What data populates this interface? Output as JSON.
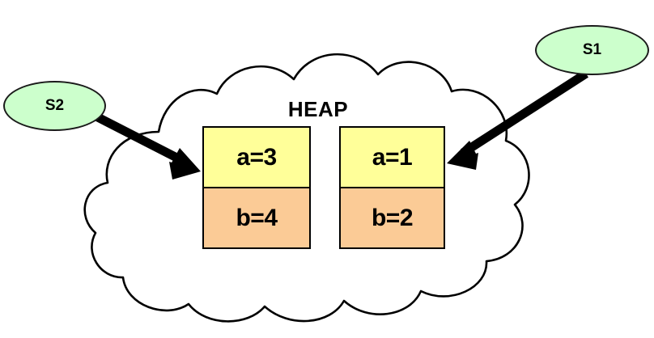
{
  "diagram": {
    "title": "HEAP",
    "type": "memory-heap-object-diagram",
    "cloud": {
      "name": "heap-cloud",
      "fill": "#ffffff",
      "stroke": "#000000"
    },
    "objects": [
      {
        "id": "object-left",
        "fields": [
          {
            "name": "field-a",
            "label": "a=3",
            "key": "a",
            "value": "3",
            "color": "#ffff99"
          },
          {
            "name": "field-b",
            "label": "b=4",
            "key": "b",
            "value": "4",
            "color": "#fbcb96"
          }
        ]
      },
      {
        "id": "object-right",
        "fields": [
          {
            "name": "field-a",
            "label": "a=1",
            "key": "a",
            "value": "1",
            "color": "#ffff99"
          },
          {
            "name": "field-b",
            "label": "b=2",
            "key": "b",
            "value": "2",
            "color": "#fbcb96"
          }
        ]
      }
    ],
    "references": [
      {
        "id": "ref-s2",
        "label": "S2",
        "color": "#ccffcc",
        "points_to": "object-left"
      },
      {
        "id": "ref-s1",
        "label": "S1",
        "color": "#ccffcc",
        "points_to": "object-right"
      }
    ],
    "arrows": [
      {
        "name": "arrow-s2-to-left-object",
        "from": "S2",
        "to": "object-left",
        "color": "#000000"
      },
      {
        "name": "arrow-s1-to-right-object",
        "from": "S1",
        "to": "object-right",
        "color": "#000000"
      }
    ]
  }
}
